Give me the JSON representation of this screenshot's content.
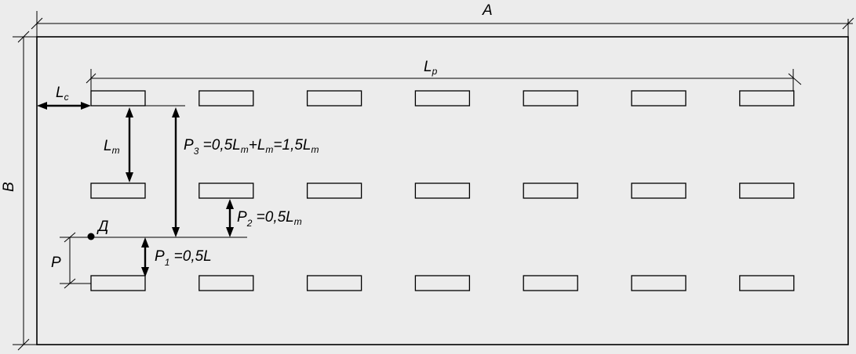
{
  "labels": {
    "A": "A",
    "B": "B",
    "Lc": {
      "main": "L",
      "sub": "c"
    },
    "Lp": {
      "main": "L",
      "sub": "p"
    },
    "Lm": {
      "main": "L",
      "sub": "m"
    },
    "P3": {
      "p": "P",
      "sub": "3",
      "t1": " =0,5L",
      "m1": "m",
      "t2": "+L",
      "m2": "m",
      "t3": "=1,5L",
      "m3": "m"
    },
    "P2": {
      "p": "P",
      "sub": "2",
      "t1": " =0,5L",
      "m1": "m"
    },
    "P1": {
      "p": "P",
      "sub": "1",
      "t1": " =0,5L"
    },
    "D": "Д",
    "P": "P"
  },
  "grid": {
    "rows": 3,
    "cols": 7
  },
  "colors": {
    "background": "#ececec",
    "stroke": "#000000"
  }
}
